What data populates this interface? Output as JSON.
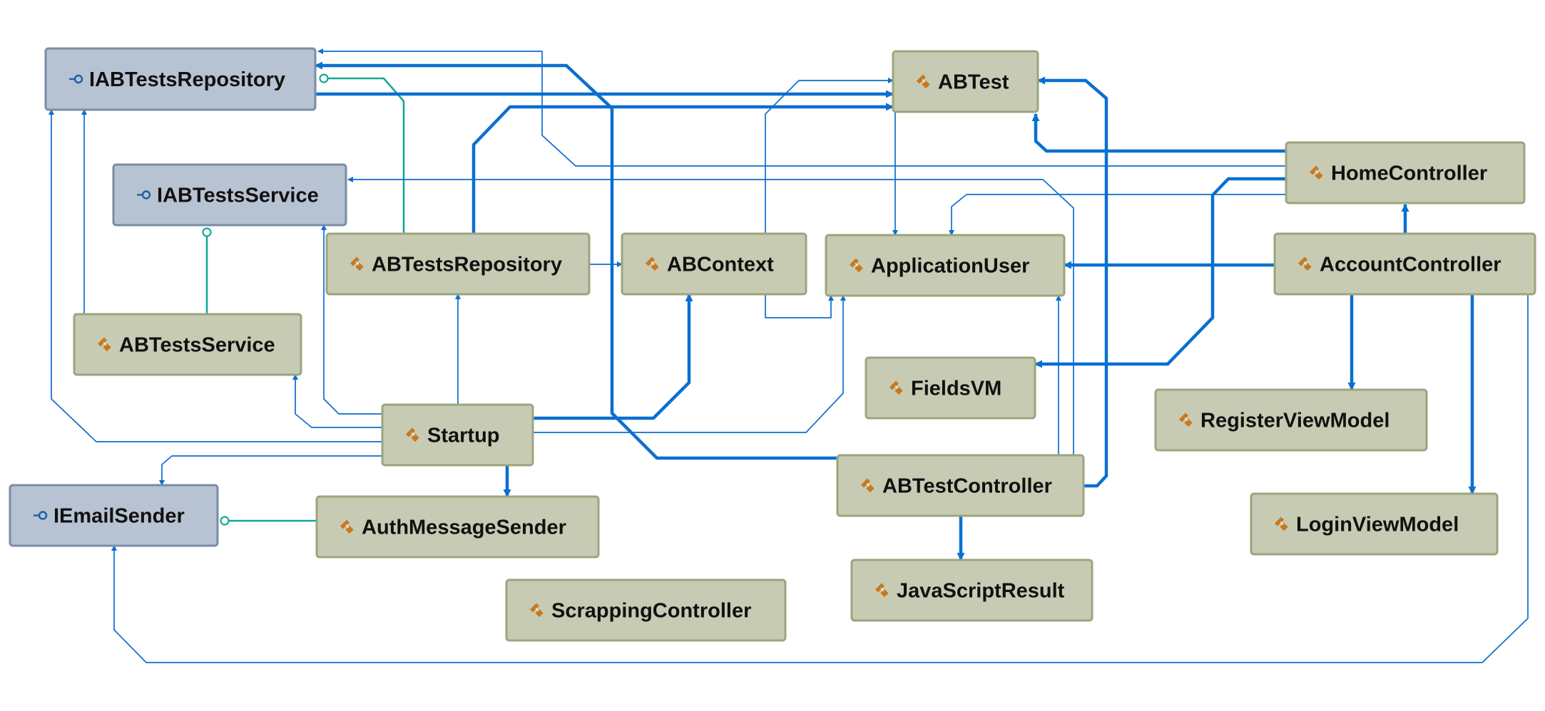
{
  "diagram": {
    "colors": {
      "class_fill": "#c8cbb3",
      "class_border": "#9aa67c",
      "interface_fill": "#b7c3d2",
      "interface_border": "#7a8ca6",
      "dependency_line": "#0a6fd1",
      "realization_line": "#14a79a",
      "class_icon": "#c8781e",
      "interface_icon": "#1b5fa6"
    },
    "nodes": [
      {
        "id": "IABTestsRepository",
        "kind": "interface",
        "label": "IABTestsRepository",
        "icon": "interface-icon"
      },
      {
        "id": "IABTestsService",
        "kind": "interface",
        "label": "IABTestsService",
        "icon": "interface-icon"
      },
      {
        "id": "IEmailSender",
        "kind": "interface",
        "label": "IEmailSender",
        "icon": "interface-icon"
      },
      {
        "id": "ABTestsRepository",
        "kind": "class",
        "label": "ABTestsRepository",
        "icon": "class-icon"
      },
      {
        "id": "ABTestsService",
        "kind": "class",
        "label": "ABTestsService",
        "icon": "class-icon"
      },
      {
        "id": "Startup",
        "kind": "class",
        "label": "Startup",
        "icon": "class-icon"
      },
      {
        "id": "AuthMessageSender",
        "kind": "class",
        "label": "AuthMessageSender",
        "icon": "class-icon"
      },
      {
        "id": "ScrappingController",
        "kind": "class",
        "label": "ScrappingController",
        "icon": "class-icon"
      },
      {
        "id": "ABContext",
        "kind": "class",
        "label": "ABContext",
        "icon": "class-icon"
      },
      {
        "id": "ABTest",
        "kind": "class",
        "label": "ABTest",
        "icon": "class-icon"
      },
      {
        "id": "ApplicationUser",
        "kind": "class",
        "label": "ApplicationUser",
        "icon": "class-icon"
      },
      {
        "id": "FieldsVM",
        "kind": "class",
        "label": "FieldsVM",
        "icon": "class-icon"
      },
      {
        "id": "ABTestController",
        "kind": "class",
        "label": "ABTestController",
        "icon": "class-icon"
      },
      {
        "id": "JavaScriptResult",
        "kind": "class",
        "label": "JavaScriptResult",
        "icon": "class-icon"
      },
      {
        "id": "HomeController",
        "kind": "class",
        "label": "HomeController",
        "icon": "class-icon"
      },
      {
        "id": "AccountController",
        "kind": "class",
        "label": "AccountController",
        "icon": "class-icon"
      },
      {
        "id": "RegisterViewModel",
        "kind": "class",
        "label": "RegisterViewModel",
        "icon": "class-icon"
      },
      {
        "id": "LoginViewModel",
        "kind": "class",
        "label": "LoginViewModel",
        "icon": "class-icon"
      }
    ],
    "edges": [
      {
        "from": "ABTestsRepository",
        "to": "IABTestsRepository",
        "kind": "realization"
      },
      {
        "from": "ABTestsService",
        "to": "IABTestsService",
        "kind": "realization"
      },
      {
        "from": "AuthMessageSender",
        "to": "IEmailSender",
        "kind": "realization"
      },
      {
        "from": "IABTestsRepository",
        "to": "ABTest",
        "kind": "dependency",
        "weight": "thick"
      },
      {
        "from": "ABTestsRepository",
        "to": "ABTest",
        "kind": "dependency",
        "weight": "thick"
      },
      {
        "from": "ABTestController",
        "to": "IABTestsRepository",
        "kind": "dependency",
        "weight": "thick"
      },
      {
        "from": "ABTestController",
        "to": "ABTest",
        "kind": "dependency",
        "weight": "thick"
      },
      {
        "from": "ABTestController",
        "to": "JavaScriptResult",
        "kind": "dependency",
        "weight": "thick"
      },
      {
        "from": "ABTestController",
        "to": "ApplicationUser",
        "kind": "dependency",
        "weight": "thin"
      },
      {
        "from": "ABTestController",
        "to": "IABTestsService",
        "kind": "dependency",
        "weight": "thin"
      },
      {
        "from": "HomeController",
        "to": "ABTest",
        "kind": "dependency",
        "weight": "thick"
      },
      {
        "from": "HomeController",
        "to": "FieldsVM",
        "kind": "dependency",
        "weight": "thick"
      },
      {
        "from": "HomeController",
        "to": "ApplicationUser",
        "kind": "dependency",
        "weight": "thin"
      },
      {
        "from": "HomeController",
        "to": "IABTestsRepository",
        "kind": "dependency",
        "weight": "thin"
      },
      {
        "from": "AccountController",
        "to": "HomeController",
        "kind": "dependency",
        "weight": "thick"
      },
      {
        "from": "AccountController",
        "to": "ApplicationUser",
        "kind": "dependency",
        "weight": "thick"
      },
      {
        "from": "AccountController",
        "to": "RegisterViewModel",
        "kind": "dependency",
        "weight": "thick"
      },
      {
        "from": "AccountController",
        "to": "LoginViewModel",
        "kind": "dependency",
        "weight": "thick"
      },
      {
        "from": "AccountController",
        "to": "IEmailSender",
        "kind": "dependency",
        "weight": "thin"
      },
      {
        "from": "ABTestsRepository",
        "to": "ABContext",
        "kind": "dependency",
        "weight": "thin"
      },
      {
        "from": "ABContext",
        "to": "ABTest",
        "kind": "dependency",
        "weight": "thin"
      },
      {
        "from": "ABContext",
        "to": "ApplicationUser",
        "kind": "dependency",
        "weight": "thin"
      },
      {
        "from": "ABTest",
        "to": "ApplicationUser",
        "kind": "dependency",
        "weight": "thin"
      },
      {
        "from": "ABTestsService",
        "to": "IABTestsRepository",
        "kind": "dependency",
        "weight": "thin"
      },
      {
        "from": "Startup",
        "to": "ABContext",
        "kind": "dependency",
        "weight": "thick"
      },
      {
        "from": "Startup",
        "to": "AuthMessageSender",
        "kind": "dependency",
        "weight": "thick"
      },
      {
        "from": "Startup",
        "to": "ABTestsRepository",
        "kind": "dependency",
        "weight": "thin"
      },
      {
        "from": "Startup",
        "to": "ABTestsService",
        "kind": "dependency",
        "weight": "thin"
      },
      {
        "from": "Startup",
        "to": "IABTestsRepository",
        "kind": "dependency",
        "weight": "thin"
      },
      {
        "from": "Startup",
        "to": "IABTestsService",
        "kind": "dependency",
        "weight": "thin"
      },
      {
        "from": "Startup",
        "to": "IEmailSender",
        "kind": "dependency",
        "weight": "thin"
      },
      {
        "from": "Startup",
        "to": "ApplicationUser",
        "kind": "dependency",
        "weight": "thin"
      }
    ]
  }
}
